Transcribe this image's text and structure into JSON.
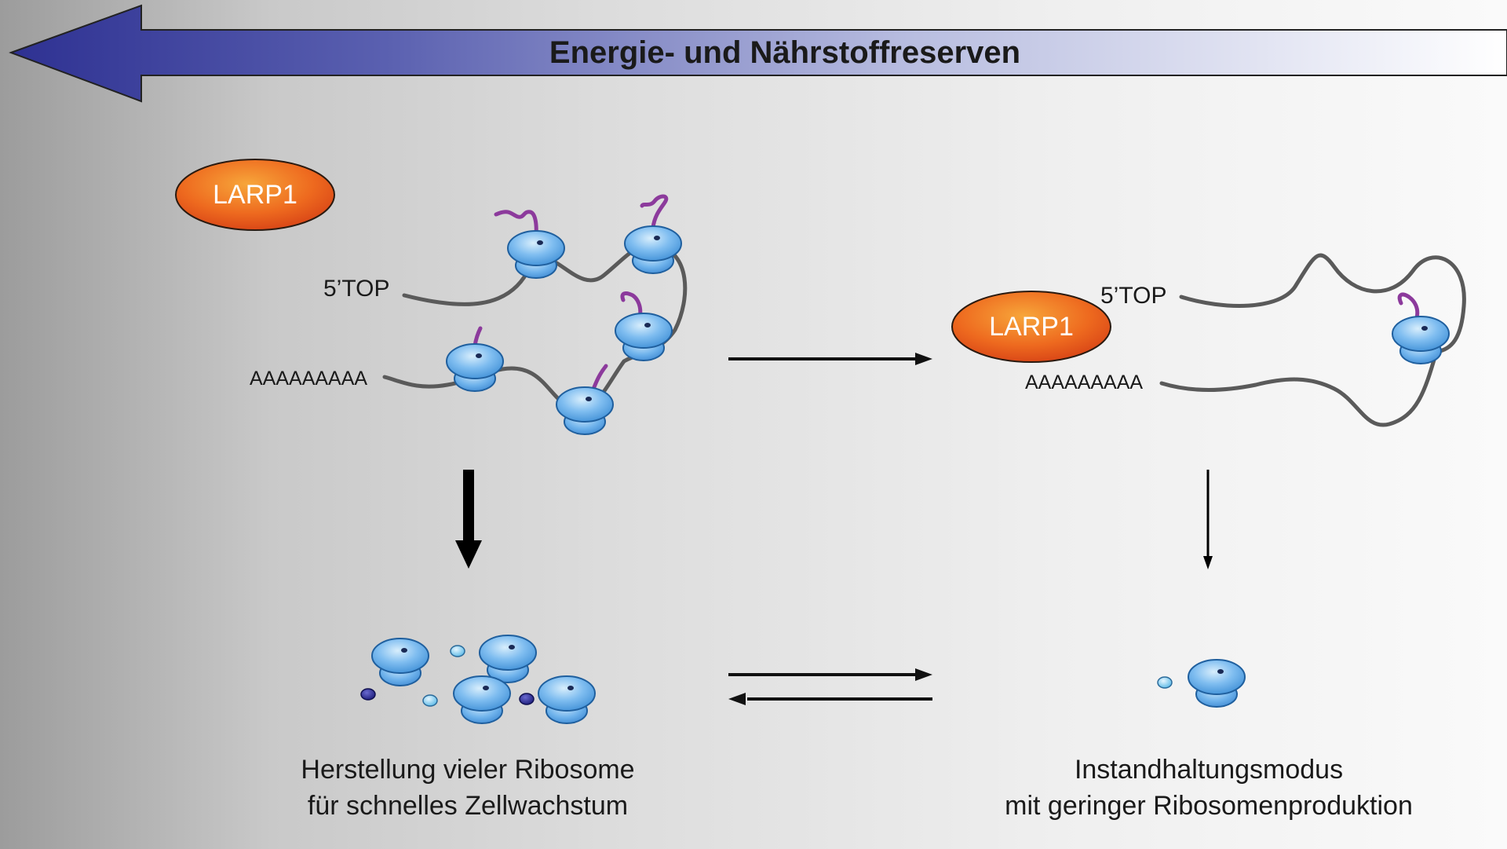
{
  "header": {
    "title": "Energie- und Nährstoffreserven"
  },
  "left_panel": {
    "larp1_label": "LARP1",
    "top_label": "5’TOP",
    "polya_label": "AAAAAAAAA",
    "caption_line1": "Herstellung vieler Ribosome",
    "caption_line2": "für schnelles Zellwachstum"
  },
  "right_panel": {
    "larp1_label": "LARP1",
    "top_label": "5’TOP",
    "polya_label": "AAAAAAAAA",
    "caption_line1": "Instandhaltungsmodus",
    "caption_line2": "mit geringer Ribosomenproduktion"
  },
  "colors": {
    "arrow_dark": "#2e3192",
    "arrow_light": "#ffffff",
    "larp1_orange": "#e8501c",
    "ribosome_blue": "#5aaae8",
    "nascent_chain_purple": "#8c3a9c",
    "mrna_gray": "#5a5a5a"
  }
}
